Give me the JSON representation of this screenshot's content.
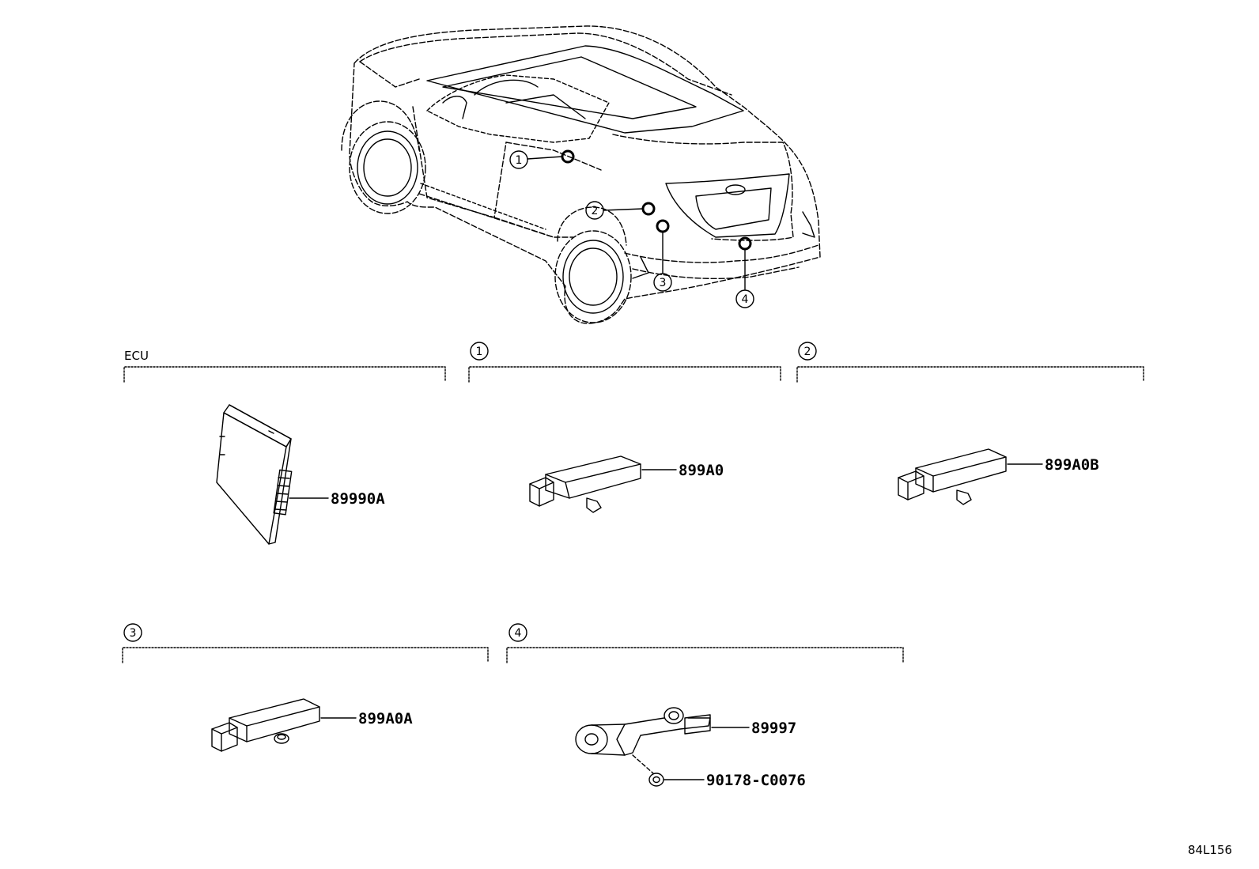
{
  "callouts": [
    "1",
    "2",
    "3",
    "4"
  ],
  "sections": {
    "ecu": "ECU",
    "s1": "1",
    "s2": "2",
    "s3": "3",
    "s4": "4"
  },
  "parts": {
    "ecu_part": "89990A",
    "sensor_1": "899A0",
    "sensor_2": "899A0B",
    "sensor_3": "899A0A",
    "sensor_4": "89997",
    "nut_4": "90178-C0076"
  },
  "figure_id": "84L156"
}
